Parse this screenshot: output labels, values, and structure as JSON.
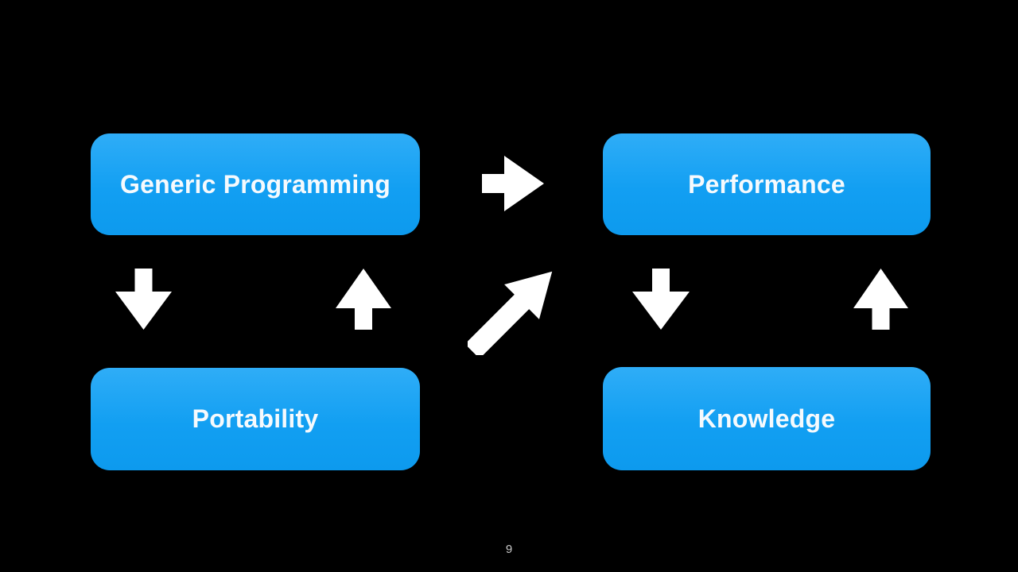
{
  "page": {
    "background_color": "#000000",
    "page_number": "9"
  },
  "diagram": {
    "accent_color": "#14a1f2",
    "arrow_color": "#ffffff",
    "label_color": "#ffffff",
    "nodes": [
      {
        "id": "generic-programming",
        "label": "Generic Programming"
      },
      {
        "id": "performance",
        "label": "Performance"
      },
      {
        "id": "portability",
        "label": "Portability"
      },
      {
        "id": "knowledge",
        "label": "Knowledge"
      }
    ],
    "arrows": [
      {
        "name": "arrow-right-icon",
        "direction": "right",
        "between": "top-left and top-right boxes"
      },
      {
        "name": "arrow-down-left-icon",
        "direction": "down",
        "between": "top-left and bottom-left boxes"
      },
      {
        "name": "arrow-up-left-icon",
        "direction": "up",
        "between": "bottom-left and top-left boxes"
      },
      {
        "name": "arrow-up-right-diagonal-icon",
        "direction": "up-right",
        "between": "center, pointing from lower-left to upper-right"
      },
      {
        "name": "arrow-down-right-icon",
        "direction": "down",
        "between": "top-right and bottom-right boxes"
      },
      {
        "name": "arrow-up-right-icon",
        "direction": "up",
        "between": "bottom-right and top-right boxes"
      }
    ]
  }
}
